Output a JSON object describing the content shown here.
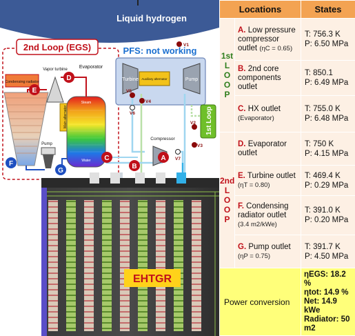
{
  "diagram": {
    "top_label": "Liquid hydrogen",
    "loop2_title": "2nd Loop (EGS)",
    "pfs_label": "PFS: not working",
    "loop1_tag": "1st Loop",
    "core_label": "EHTGR",
    "components": {
      "vapor_turbine": "Vapor turbine",
      "condensing_radiator": "Condensing radiator",
      "evaporator": "Evaporator",
      "steam": "Steam",
      "water": "Water",
      "main_alternator": "Main alternator",
      "pump_egs": "Pump",
      "turbine": "Turbine",
      "auxiliary_alternator": "Auxiliary alternator",
      "pump_pfs": "Pump",
      "compressor": "Compressor"
    },
    "valves": [
      "V1",
      "V2",
      "V3",
      "V4",
      "V5",
      "V6",
      "V7"
    ],
    "point_markers": [
      "A",
      "B",
      "C",
      "D",
      "E",
      "F",
      "G"
    ]
  },
  "table": {
    "col_locations": "Locations",
    "col_states": "States",
    "loop1_label": "1st LOOP",
    "loop2_label": "2nd LOOP",
    "rows": [
      {
        "letter": "A.",
        "loc": "Low pressure compressor outlet",
        "sub": "(ηC = 0.65)",
        "t": "T: 756.3 K",
        "p": "P: 6.50 MPa"
      },
      {
        "letter": "B.",
        "loc": "2nd core components outlet",
        "sub": "",
        "t": "T: 850.1",
        "p": "P: 6.49 MPa"
      },
      {
        "letter": "C.",
        "loc": "HX outlet",
        "sub": "(Evaporator)",
        "t": "T: 755.0 K",
        "p": "P: 6.48 MPa"
      },
      {
        "letter": "D.",
        "loc": "Evaporator outlet",
        "sub": "",
        "t": "T: 750 K",
        "p": "P: 4.15 MPa"
      },
      {
        "letter": "E.",
        "loc": "Turbine outlet",
        "sub": "(ηT = 0.80)",
        "t": "T: 469.4 K",
        "p": "P: 0.29 MPa"
      },
      {
        "letter": "F.",
        "loc": "Condensing radiator outlet",
        "sub": "(3.4 m2/kWe)",
        "t": "T: 391.0 K",
        "p": "P: 0.20 MPa"
      },
      {
        "letter": "G.",
        "loc": "Pump outlet",
        "sub": "(ηP = 0.75)",
        "t": "T: 391.7 K",
        "p": "P: 4.50 MPa"
      }
    ],
    "power": {
      "label": "Power conversion",
      "eta_egs": "ηEGS: 18.2 %",
      "eta_tot": "ηtot: 14.9 %",
      "net": "Net: 14.9 kWe",
      "radiator": "Radiator: 50 m2"
    }
  },
  "colors": {
    "hydrogen": "#3c5a96",
    "loop2_border": "#c0101a",
    "pfs_text": "#1a6fd0",
    "marker": "#c0101a",
    "table_header": "#f3a352",
    "table_cell": "#fdf0e4",
    "power_bg": "#ffff7a",
    "core_label_bg": "#ffd21a",
    "loop1_tag_bg": "#6fbf2a"
  }
}
